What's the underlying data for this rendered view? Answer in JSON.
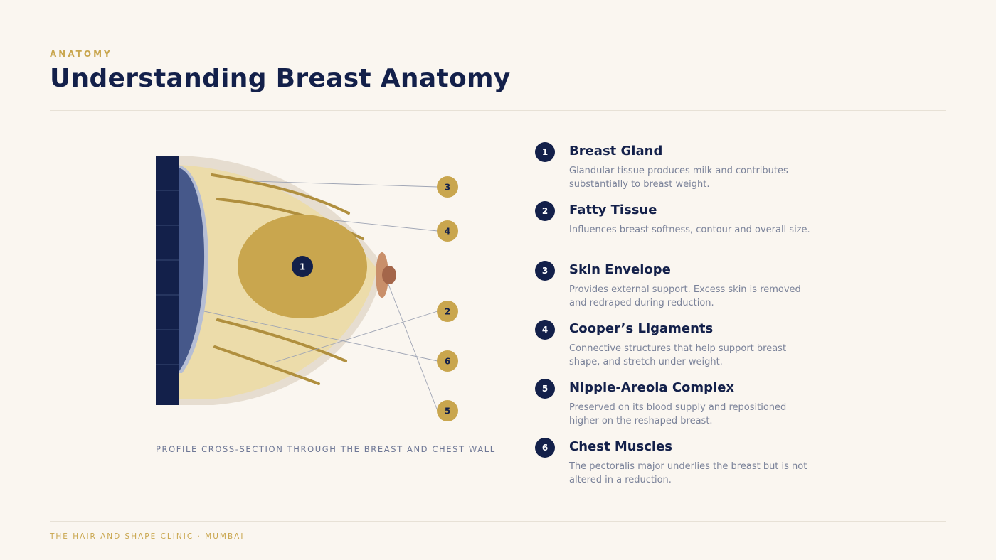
{
  "header": {
    "eyebrow": "ANATOMY",
    "title": "Understanding Breast Anatomy"
  },
  "diagram": {
    "caption": "PROFILE CROSS-SECTION THROUGH THE BREAST AND CHEST WALL",
    "labels": [
      "1",
      "2",
      "3",
      "4",
      "5",
      "6"
    ]
  },
  "legend": [
    {
      "num": "1",
      "title": "Breast Gland",
      "desc": "Glandular tissue produces milk and contributes substantially to breast weight."
    },
    {
      "num": "2",
      "title": "Fatty Tissue",
      "desc": "Influences breast softness, contour and overall size."
    },
    {
      "num": "3",
      "title": "Skin Envelope",
      "desc": "Provides external support. Excess skin is removed and redraped during reduction."
    },
    {
      "num": "4",
      "title": "Cooper’s Ligaments",
      "desc": "Connective structures that help support breast shape, and stretch under weight."
    },
    {
      "num": "5",
      "title": "Nipple-Areola Complex",
      "desc": "Preserved on its blood supply and repositioned higher on the reshaped breast."
    },
    {
      "num": "6",
      "title": "Chest Muscles",
      "desc": "The pectoralis major underlies the breast but is not altered in a reduction."
    }
  ],
  "footer": {
    "text": "THE HAIR AND SHAPE CLINIC · MUMBAI"
  },
  "colors": {
    "navy": "#13204a",
    "gold": "#c9a64e",
    "background": "#faf6f0",
    "skin": "#e6ddd0",
    "fat": "#ecdcaa",
    "gland": "#c9a64e",
    "muscle": "#46588a",
    "areola": "#c98f6a",
    "nipple": "#a4664a"
  }
}
